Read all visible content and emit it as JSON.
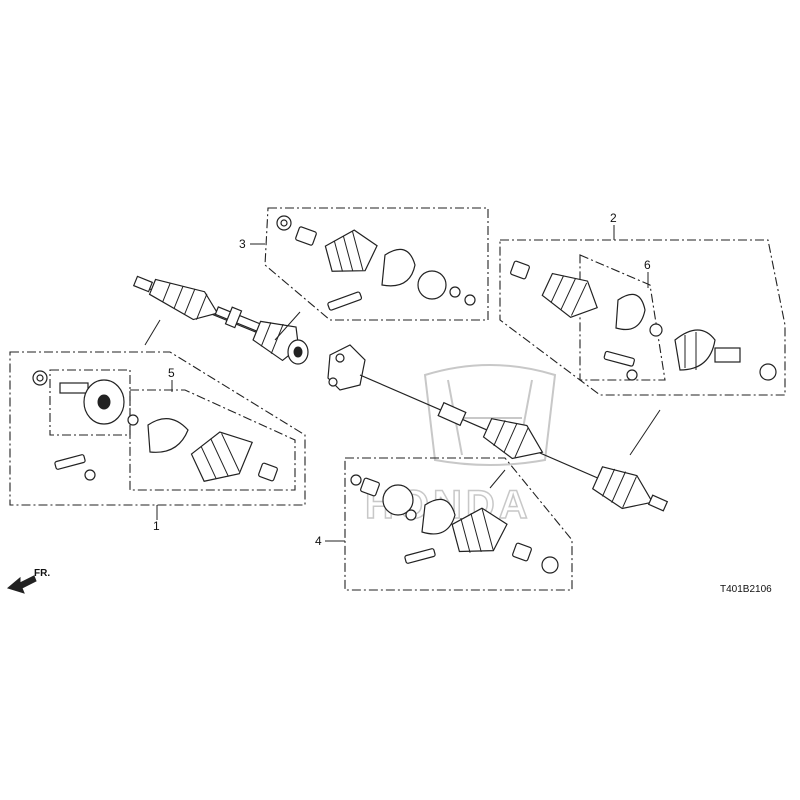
{
  "callouts": {
    "c1": "1",
    "c2": "2",
    "c3": "3",
    "c4": "4",
    "c5": "5",
    "c6": "6"
  },
  "diagram_code": "T401B2106",
  "front_label": "FR.",
  "brand_watermark": "HONDA",
  "colors": {
    "line": "#222222",
    "watermark": "#c8c8c8",
    "background": "#ffffff"
  }
}
